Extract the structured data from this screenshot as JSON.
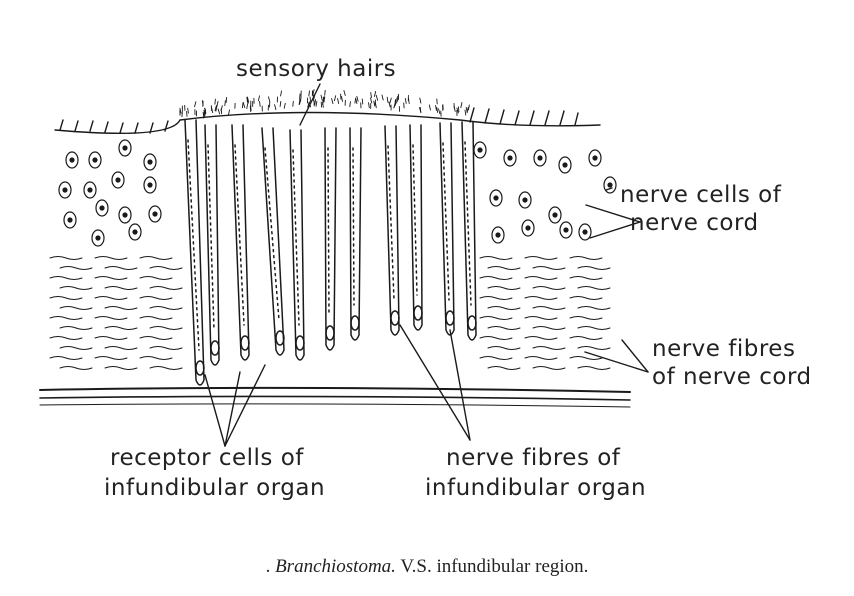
{
  "labels": {
    "sensory_hairs": "sensory hairs",
    "nerve_cells": [
      "nerve cells of",
      "nerve cord"
    ],
    "nerve_fibres_cord": [
      "nerve fibres",
      "of nerve cord"
    ],
    "receptor_cells": [
      "receptor cells of",
      "infundibular organ"
    ],
    "nerve_fibres_organ": [
      "nerve fibres of",
      "infundibular organ"
    ]
  },
  "caption": {
    "prefix": ".",
    "genus": "Branchiostoma.",
    "rest": "V.S. infundibular region."
  },
  "colors": {
    "ink": "#1a1a1a",
    "background": "#ffffff"
  }
}
